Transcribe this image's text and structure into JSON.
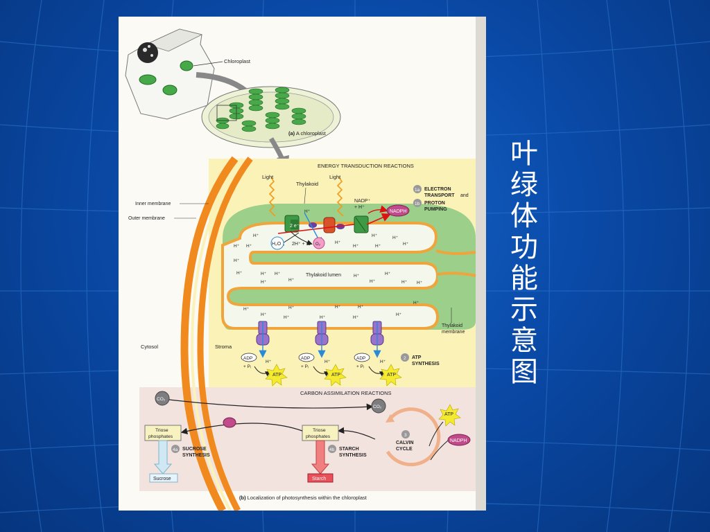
{
  "slide": {
    "title_chars": [
      "叶",
      "绿",
      "体",
      "功",
      "能",
      "示",
      "意",
      "图"
    ]
  },
  "figure": {
    "a_caption_letter": "(a)",
    "a_caption_text": " A chloroplast",
    "chloroplast_label": "Chloroplast",
    "energy_header": "ENERGY TRANSDUCTION REACTIONS",
    "light_1": "Light",
    "light_2": "Light",
    "thylakoid": "Thylakoid",
    "inner_membrane": "Inner membrane",
    "outer_membrane": "Outer membrane",
    "nadp": "NADP⁺",
    "plus_h": "+ H⁺",
    "nadph": "NADPH",
    "step_1a": "1a",
    "step_1b": "1b",
    "electron_transport_1": "ELECTRON",
    "electron_transport_2": "TRANSPORT",
    "and": "and",
    "proton": "PROTON",
    "pumping": "PUMPING",
    "two_e": "2 e⁻",
    "h2o": "H₂O",
    "two_h_half": "2H⁺ + ½",
    "o2": "O₂",
    "h_plus": "H⁺",
    "thylakoid_lumen": "Thylakoid lumen",
    "thylakoid_membrane_1": "Thylakoid",
    "thylakoid_membrane_2": "membrane",
    "cytosol": "Cytosol",
    "stroma": "Stroma",
    "adp": "ADP",
    "plus_pi": "+ Pᵢ",
    "atp": "ATP",
    "step_2": "2",
    "atp_synthesis_1": "ATP",
    "atp_synthesis_2": "SYNTHESIS",
    "carbon_header": "CARBON ASSIMILATION REACTIONS",
    "co2": "CO₂",
    "triose_1": "Triose",
    "triose_2": "phosphates",
    "step_4a": "4a",
    "sucrose_synthesis_1": "SUCROSE",
    "sucrose_synthesis_2": "SYNTHESIS",
    "sucrose": "Sucrose",
    "step_4b": "4b",
    "starch_synthesis_1": "STARCH",
    "starch_synthesis_2": "SYNTHESIS",
    "starch": "Starch",
    "step_3": "3",
    "calvin_1": "CALVIN",
    "calvin_2": "CYCLE",
    "b_caption_letter": "(b)",
    "b_caption_text": " Localization of photosynthesis within the chloroplast"
  },
  "colors": {
    "slide_bg": "#0a4aa8",
    "membrane_orange": "#f08a1e",
    "stroma_yellow": "#fbf2b8",
    "thylakoid_green": "#9ccf8a",
    "lumen": "#f4f8ec",
    "carbon_bg": "#f3e3df",
    "nadph": "#c04a8a",
    "atp": "#f4ea30"
  }
}
